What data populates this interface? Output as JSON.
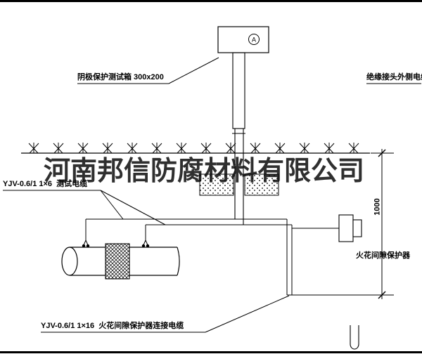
{
  "page": {
    "background": "#ffffff",
    "line_color": "#000000",
    "watermark_color": "#0a0a0a"
  },
  "watermark": {
    "text": "河南邦信防腐材料有限公司"
  },
  "test_box": {
    "label": "阴极保护测试箱 300x200",
    "meter_symbol": "A"
  },
  "cable_top_right": {
    "label": "绝缘接头外侧电缆"
  },
  "test_cable": {
    "label": "YJV-0.6/1 1×6  测试电缆"
  },
  "spark_gap": {
    "label": "火花间隙保护器"
  },
  "connection_cable": {
    "label": "YJV-0.6/1 1×16  火花间隙保护器连接电缆"
  },
  "dimension": {
    "value": "1000"
  }
}
